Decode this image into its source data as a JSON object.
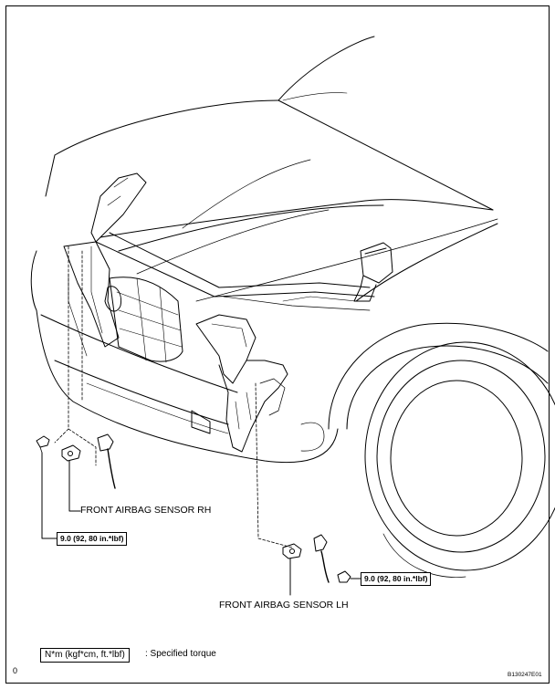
{
  "labels": {
    "sensor_rh": "FRONT AIRBAG SENSOR RH",
    "sensor_lh": "FRONT AIRBAG SENSOR LH"
  },
  "torque": {
    "rh": "9.0 (92, 80 in.*lbf)",
    "lh": "9.0 (92, 80 in.*lbf)"
  },
  "legend": {
    "unit": "N*m (kgf*cm, ft.*lbf)",
    "description": ": Specified torque"
  },
  "page_mark": "0",
  "figure_code": "B130247E01"
}
